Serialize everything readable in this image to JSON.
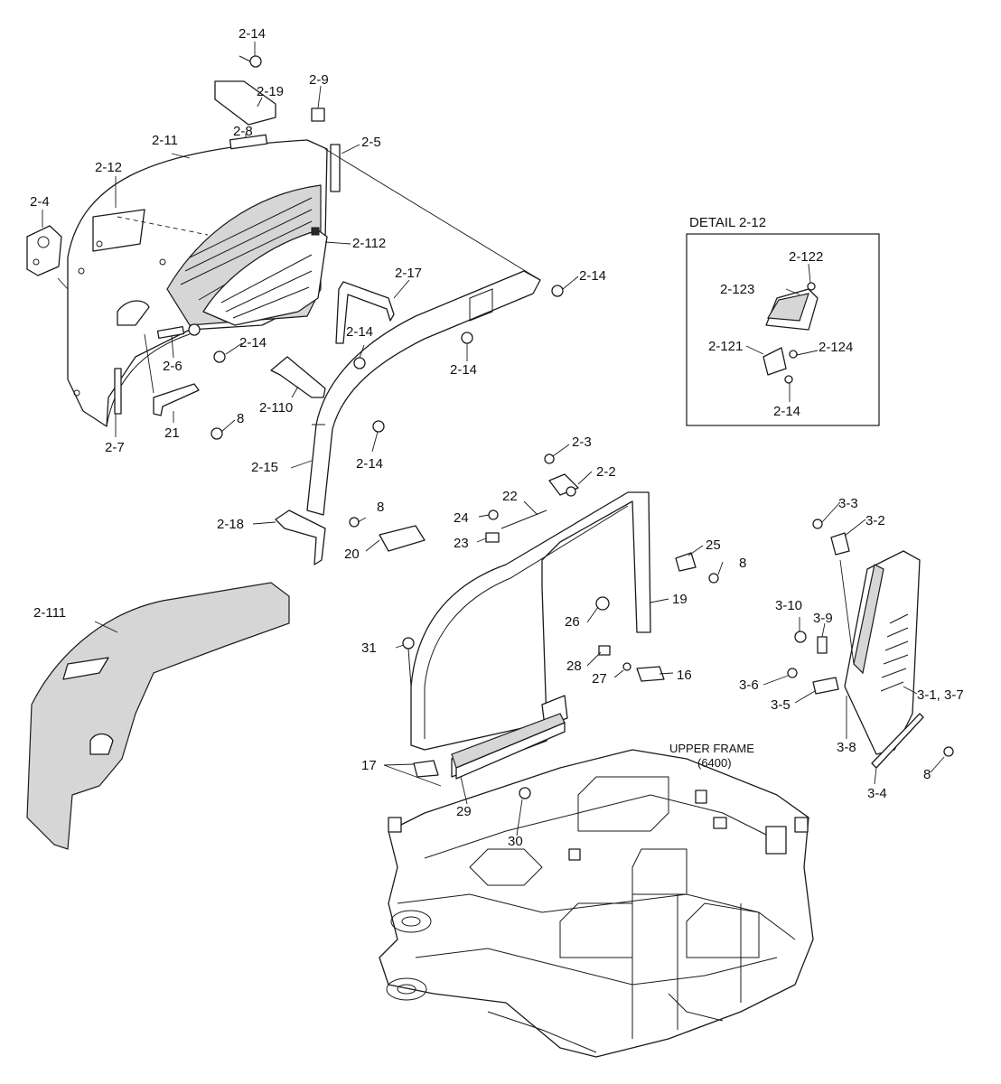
{
  "detail_box": {
    "title": "DETAIL 2-12"
  },
  "frame_note": {
    "line1": "UPPER FRAME",
    "line2": "(6400)"
  },
  "labels": {
    "l_2_14_top": "2-14",
    "l_2_19": "2-19",
    "l_2_9": "2-9",
    "l_2_8": "2-8",
    "l_2_5": "2-5",
    "l_2_11": "2-11",
    "l_2_12": "2-12",
    "l_2_4": "2-4",
    "l_2_112": "2-112",
    "l_2_17": "2-17",
    "l_2_14_right": "2-14",
    "l_2_14_mid": "2-14",
    "l_2_14_midb": "2-14",
    "l_2_14_left": "2-14",
    "l_2_6": "2-6",
    "l_2_7": "2-7",
    "l_21": "21",
    "l_8_a": "8",
    "l_2_110": "2-110",
    "l_2_14_low": "2-14",
    "l_2_15": "2-15",
    "l_2_18": "2-18",
    "l_2_3": "2-3",
    "l_2_2": "2-2",
    "l_8_b": "8",
    "l_22": "22",
    "l_24": "24",
    "l_23": "23",
    "l_20": "20",
    "l_25": "25",
    "l_8_c": "8",
    "l_19": "19",
    "l_26": "26",
    "l_2_111": "2-111",
    "l_31": "31",
    "l_28": "28",
    "l_27": "27",
    "l_16": "16",
    "l_17": "17",
    "l_29": "29",
    "l_30": "30",
    "l_3_3": "3-3",
    "l_3_2": "3-2",
    "l_3_10": "3-10",
    "l_3_9": "3-9",
    "l_3_6": "3-6",
    "l_3_5": "3-5",
    "l_3_8": "3-8",
    "l_3_1_3_7": "3-1, 3-7",
    "l_3_4": "3-4",
    "l_8_d": "8",
    "l_2_122": "2-122",
    "l_2_123": "2-123",
    "l_2_121": "2-121",
    "l_2_124": "2-124",
    "l_2_14_detail": "2-14"
  }
}
